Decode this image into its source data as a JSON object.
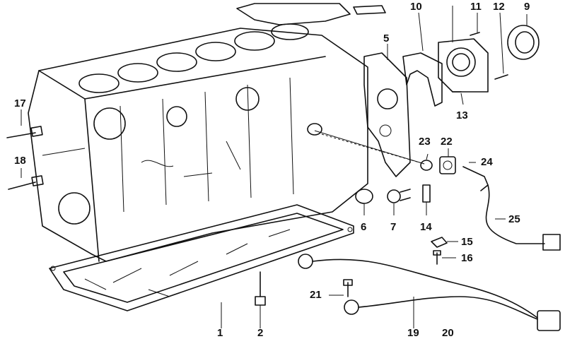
{
  "diagram": {
    "callouts": {
      "c1": "1",
      "c2": "2",
      "c5": "5",
      "c6": "6",
      "c7": "7",
      "c9": "9",
      "c10": "10",
      "c11": "11",
      "c12": "12",
      "c13": "13",
      "c14": "14",
      "c15": "15",
      "c16": "16",
      "c17": "17",
      "c18": "18",
      "c19": "19",
      "c20": "20",
      "c21": "21",
      "c22": "22",
      "c23": "23",
      "c24": "24",
      "c25": "25"
    }
  }
}
